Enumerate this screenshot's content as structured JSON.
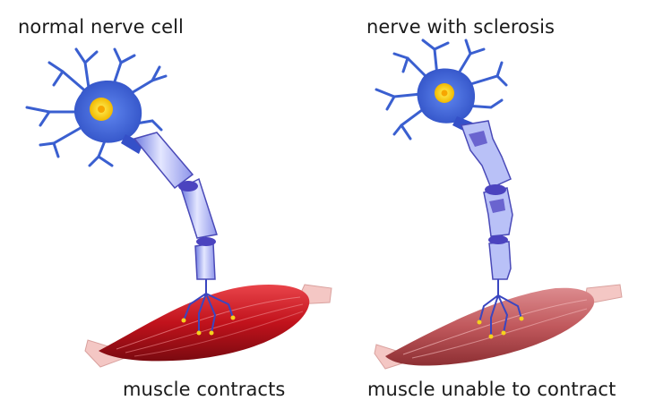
{
  "labels": {
    "normal_title": "normal nerve cell",
    "sclerosis_title": "nerve with sclerosis",
    "normal_caption": "muscle contracts",
    "sclerosis_caption": "muscle unable to contract"
  },
  "colors": {
    "neuron_body": "#3d63d6",
    "neuron_dendrite": "#3a5fd0",
    "nucleus": "#f6c800",
    "myelin_light": "#d9ddff",
    "myelin_dark": "#5b57c8",
    "muscle_healthy": "#c1121c",
    "muscle_weak": "#b8454a",
    "tendon": "#f7cfcf"
  }
}
